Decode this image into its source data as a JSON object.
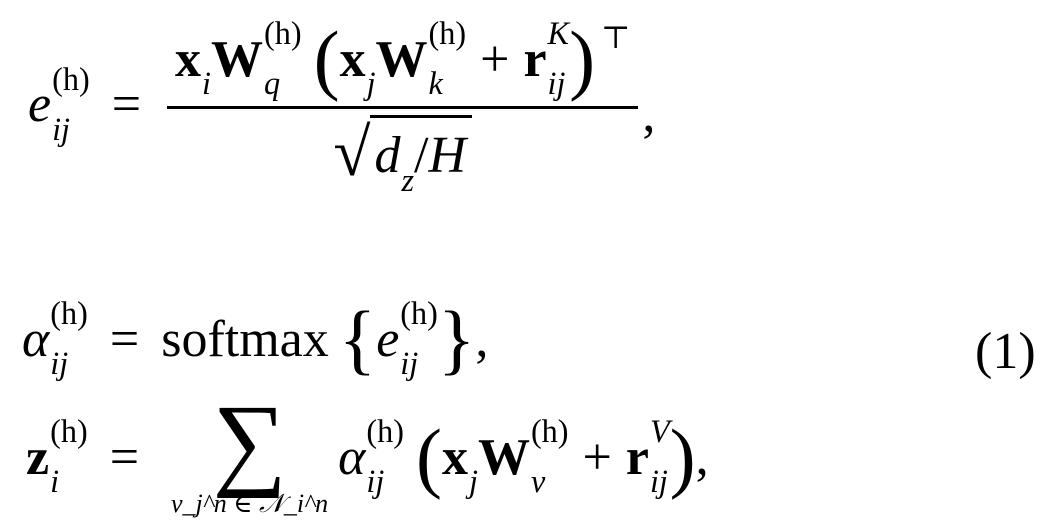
{
  "equation": {
    "number": "(1)",
    "line1": {
      "lhs": {
        "base": "e",
        "sup": "(h)",
        "sub": "ij"
      },
      "equals": "=",
      "numerator": {
        "x": "x",
        "x_sub": "i",
        "W": "W",
        "Wq_sup": "(h)",
        "Wq_sub": "q",
        "lparen": "(",
        "xj": "x",
        "xj_sub": "j",
        "Wk": "W",
        "Wk_sup": "(h)",
        "Wk_sub": "k",
        "plus": "+",
        "r": "r",
        "r_sup": "K",
        "r_sub": "ij",
        "rparen": ")",
        "transpose": "⊤"
      },
      "denominator": {
        "sqrt": "√",
        "d": "d",
        "d_sub": "z",
        "slash": "/",
        "H": "H"
      },
      "comma": ","
    },
    "line2": {
      "lhs": {
        "base": "α",
        "sup": "(h)",
        "sub": "ij"
      },
      "equals": "=",
      "func": "softmax",
      "lbrace": "{",
      "arg": {
        "base": "e",
        "sup": "(h)",
        "sub": "ij"
      },
      "rbrace": "}",
      "comma": ","
    },
    "line3": {
      "lhs": {
        "base": "z",
        "sup": "(h)",
        "sub": "i"
      },
      "equals": "=",
      "sum": "∑",
      "sum_under": "v_j^n ∈ 𝒩_i^n",
      "alpha": {
        "base": "α",
        "sup": "(h)",
        "sub": "ij"
      },
      "lparen": "(",
      "xj": "x",
      "xj_sub": "j",
      "W": "W",
      "Wv_sup": "(h)",
      "Wv_sub": "v",
      "plus": "+",
      "r": "r",
      "r_sup": "V",
      "r_sub": "ij",
      "rparen": ")",
      "comma": ","
    }
  }
}
